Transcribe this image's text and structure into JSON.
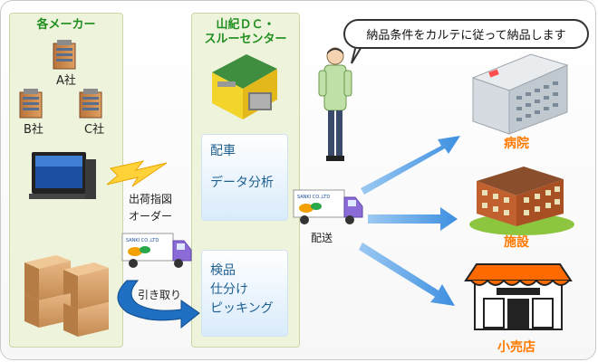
{
  "makers": {
    "title": "各メーカー",
    "company_a": "A社",
    "company_b": "B社",
    "company_c": "C社"
  },
  "dc": {
    "title_line1": "山紀ＤＣ・",
    "title_line2": "スルーセンター",
    "box1_line1": "配車",
    "box1_line2": "データ分析",
    "box2_line1": "検品",
    "box2_line2": "仕分け",
    "box2_line3": "ピッキング"
  },
  "flow": {
    "order_line1": "出荷指図",
    "order_line2": "オーダー",
    "pickup": "引き取り",
    "delivery": "配送"
  },
  "truck": {
    "logo_text": "SANKI CO.,LTD"
  },
  "speech": {
    "text": "納品条件をカルテに従って納品します"
  },
  "destinations": {
    "hospital": "病院",
    "facility": "施設",
    "retail": "小売店"
  },
  "colors": {
    "panel_bg": "#eef3dc",
    "title_green": "#1e8f1e",
    "dest_orange": "#ff7a00",
    "arrow_blue": "#4a9ee8",
    "box_text_blue": "#1d5f91"
  }
}
